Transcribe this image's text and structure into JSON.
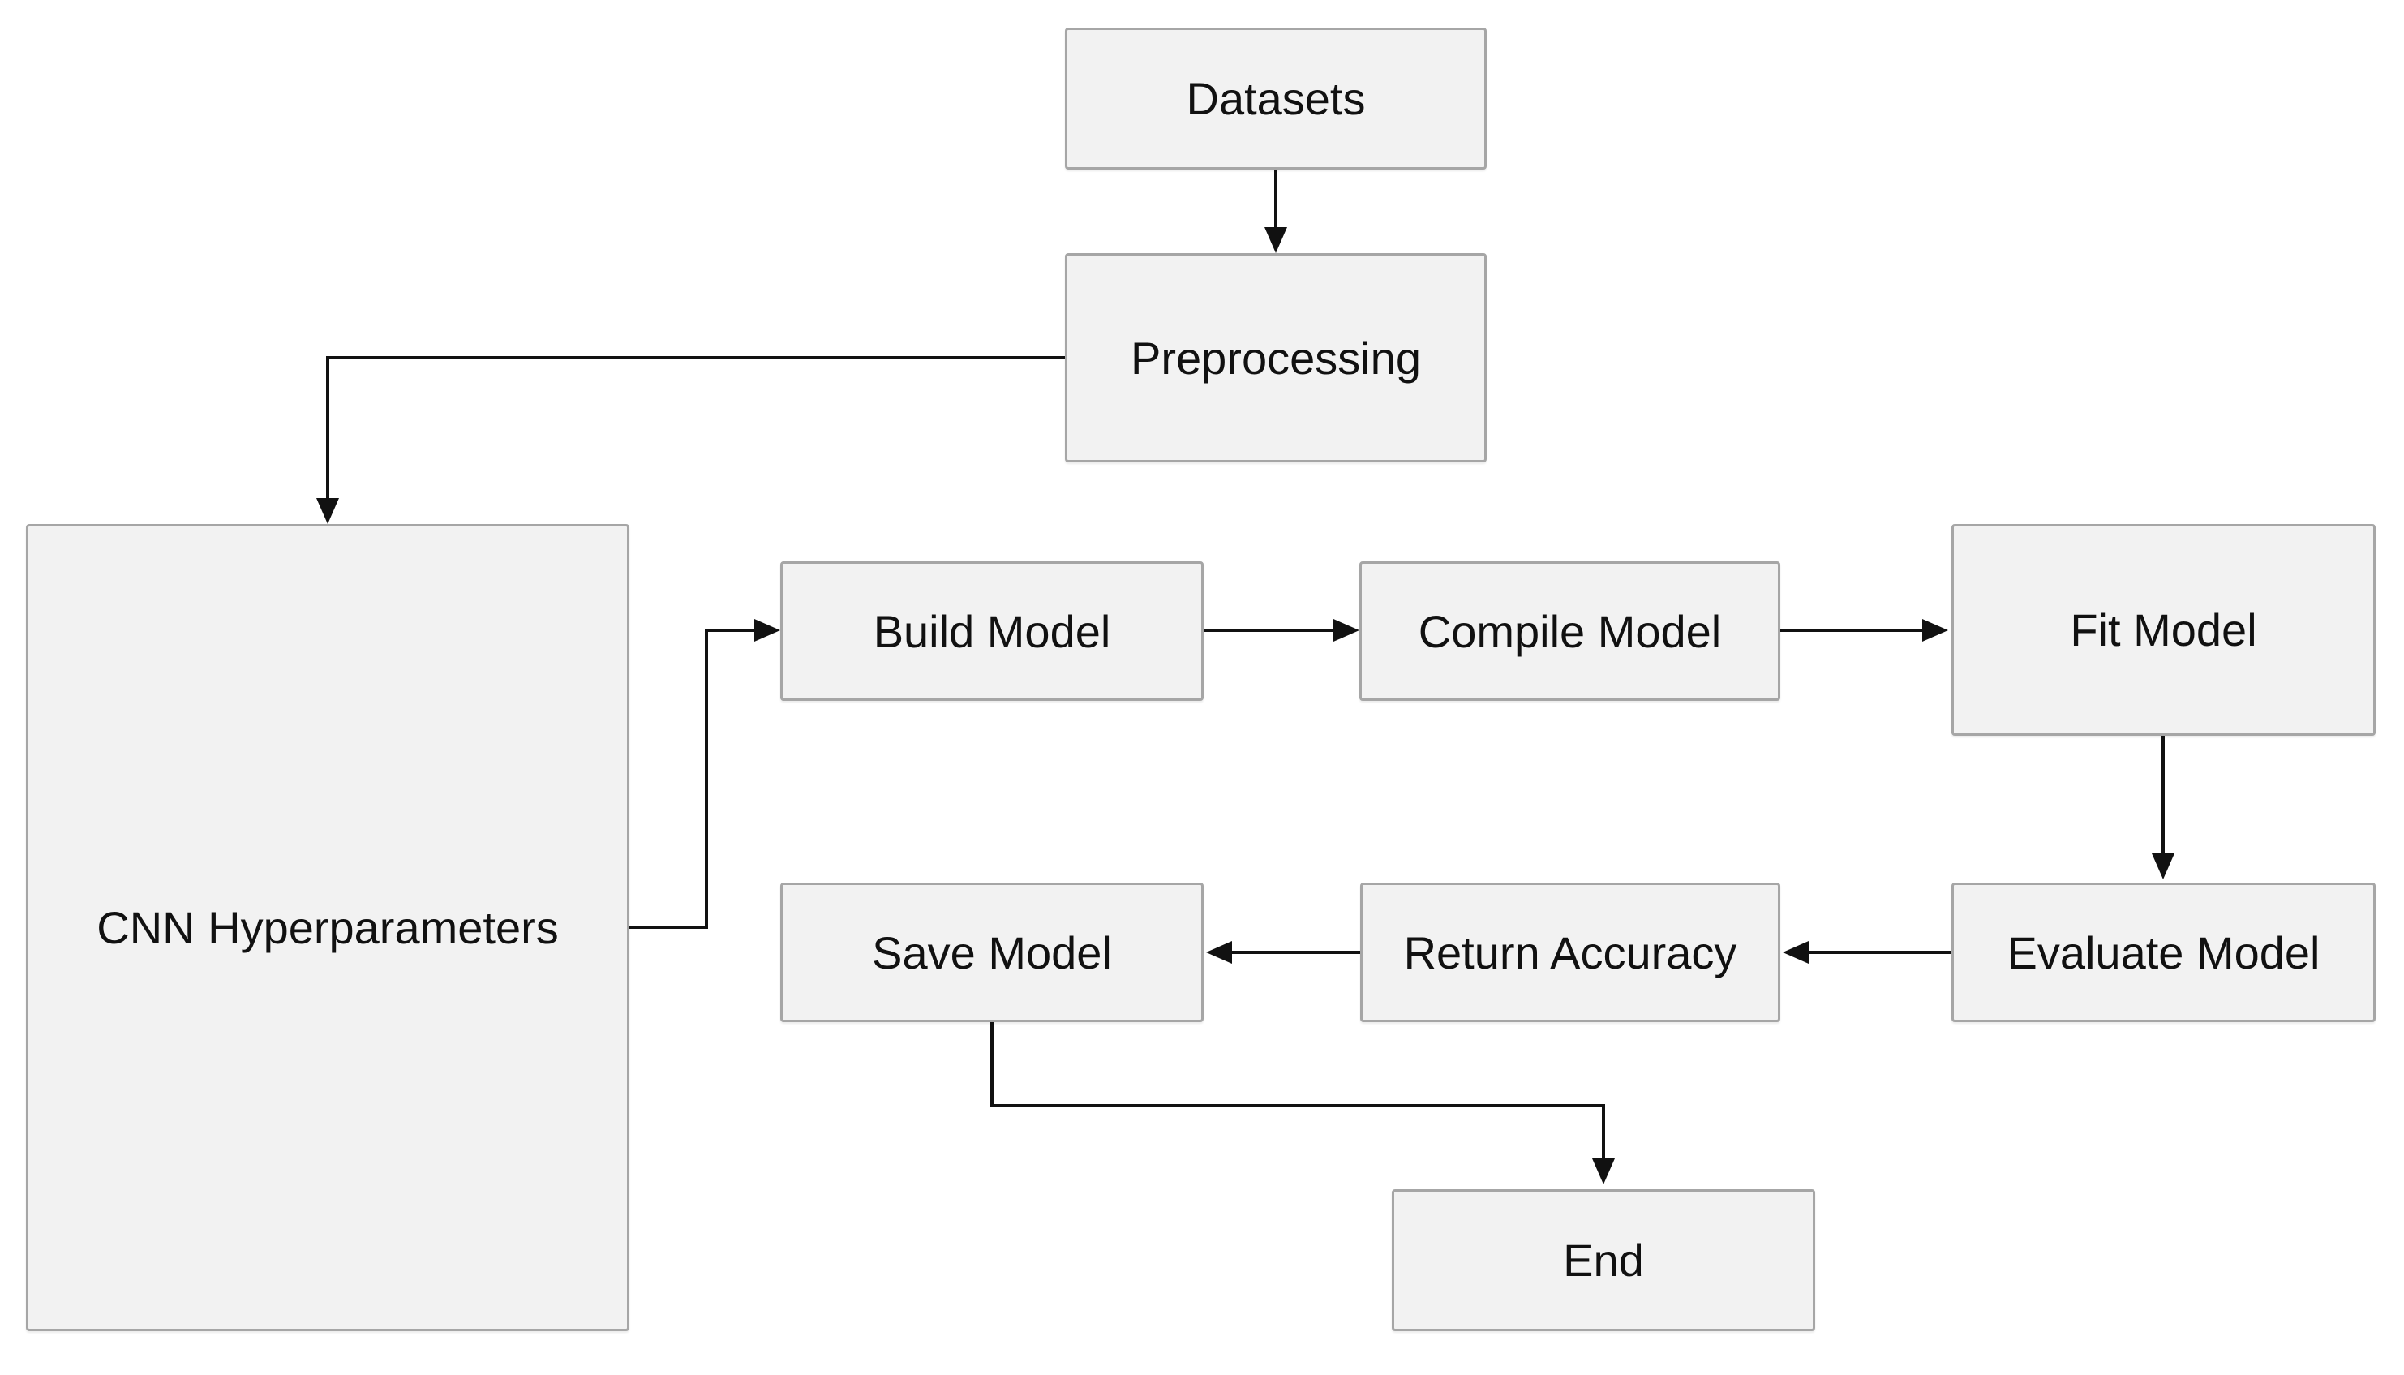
{
  "nodes": {
    "datasets": "Datasets",
    "preprocessing": "Preprocessing",
    "cnn_hyperparameters": "CNN Hyperparameters",
    "build_model": "Build Model",
    "compile_model": "Compile Model",
    "fit_model": "Fit Model",
    "evaluate_model": "Evaluate Model",
    "return_accuracy": "Return Accuracy",
    "save_model": "Save Model",
    "end": "End"
  },
  "edges": [
    {
      "from": "datasets",
      "to": "preprocessing"
    },
    {
      "from": "preprocessing",
      "to": "cnn_hyperparameters"
    },
    {
      "from": "cnn_hyperparameters",
      "to": "build_model"
    },
    {
      "from": "build_model",
      "to": "compile_model"
    },
    {
      "from": "compile_model",
      "to": "fit_model"
    },
    {
      "from": "fit_model",
      "to": "evaluate_model"
    },
    {
      "from": "evaluate_model",
      "to": "return_accuracy"
    },
    {
      "from": "return_accuracy",
      "to": "save_model"
    },
    {
      "from": "save_model",
      "to": "end"
    }
  ],
  "colors": {
    "box_fill": "#f2f2f2",
    "box_border": "#a6a6a6",
    "connector": "#111111",
    "text": "#111111"
  }
}
